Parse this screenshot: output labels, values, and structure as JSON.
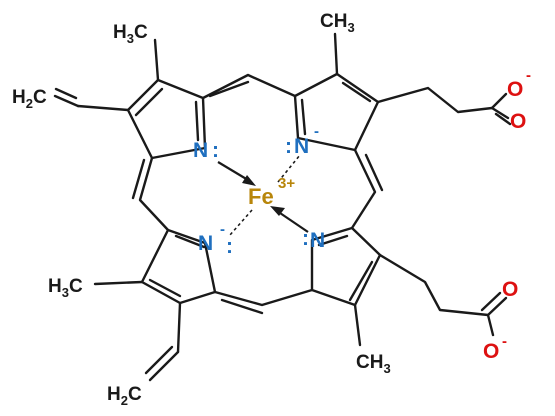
{
  "molecule": {
    "metal": {
      "symbol": "Fe",
      "charge": "3+",
      "color": "#b8860b"
    },
    "atoms": {
      "nitrogen": "N",
      "oxygen": "O",
      "lone_pair": ":",
      "negative": "-",
      "carbon": "C",
      "hydrogen": "H",
      "sub2": "2",
      "sub3": "3"
    },
    "colors": {
      "bond": "#1a1a1a",
      "nitrogen": "#1f6fbf",
      "oxygen": "#dd1111"
    }
  }
}
